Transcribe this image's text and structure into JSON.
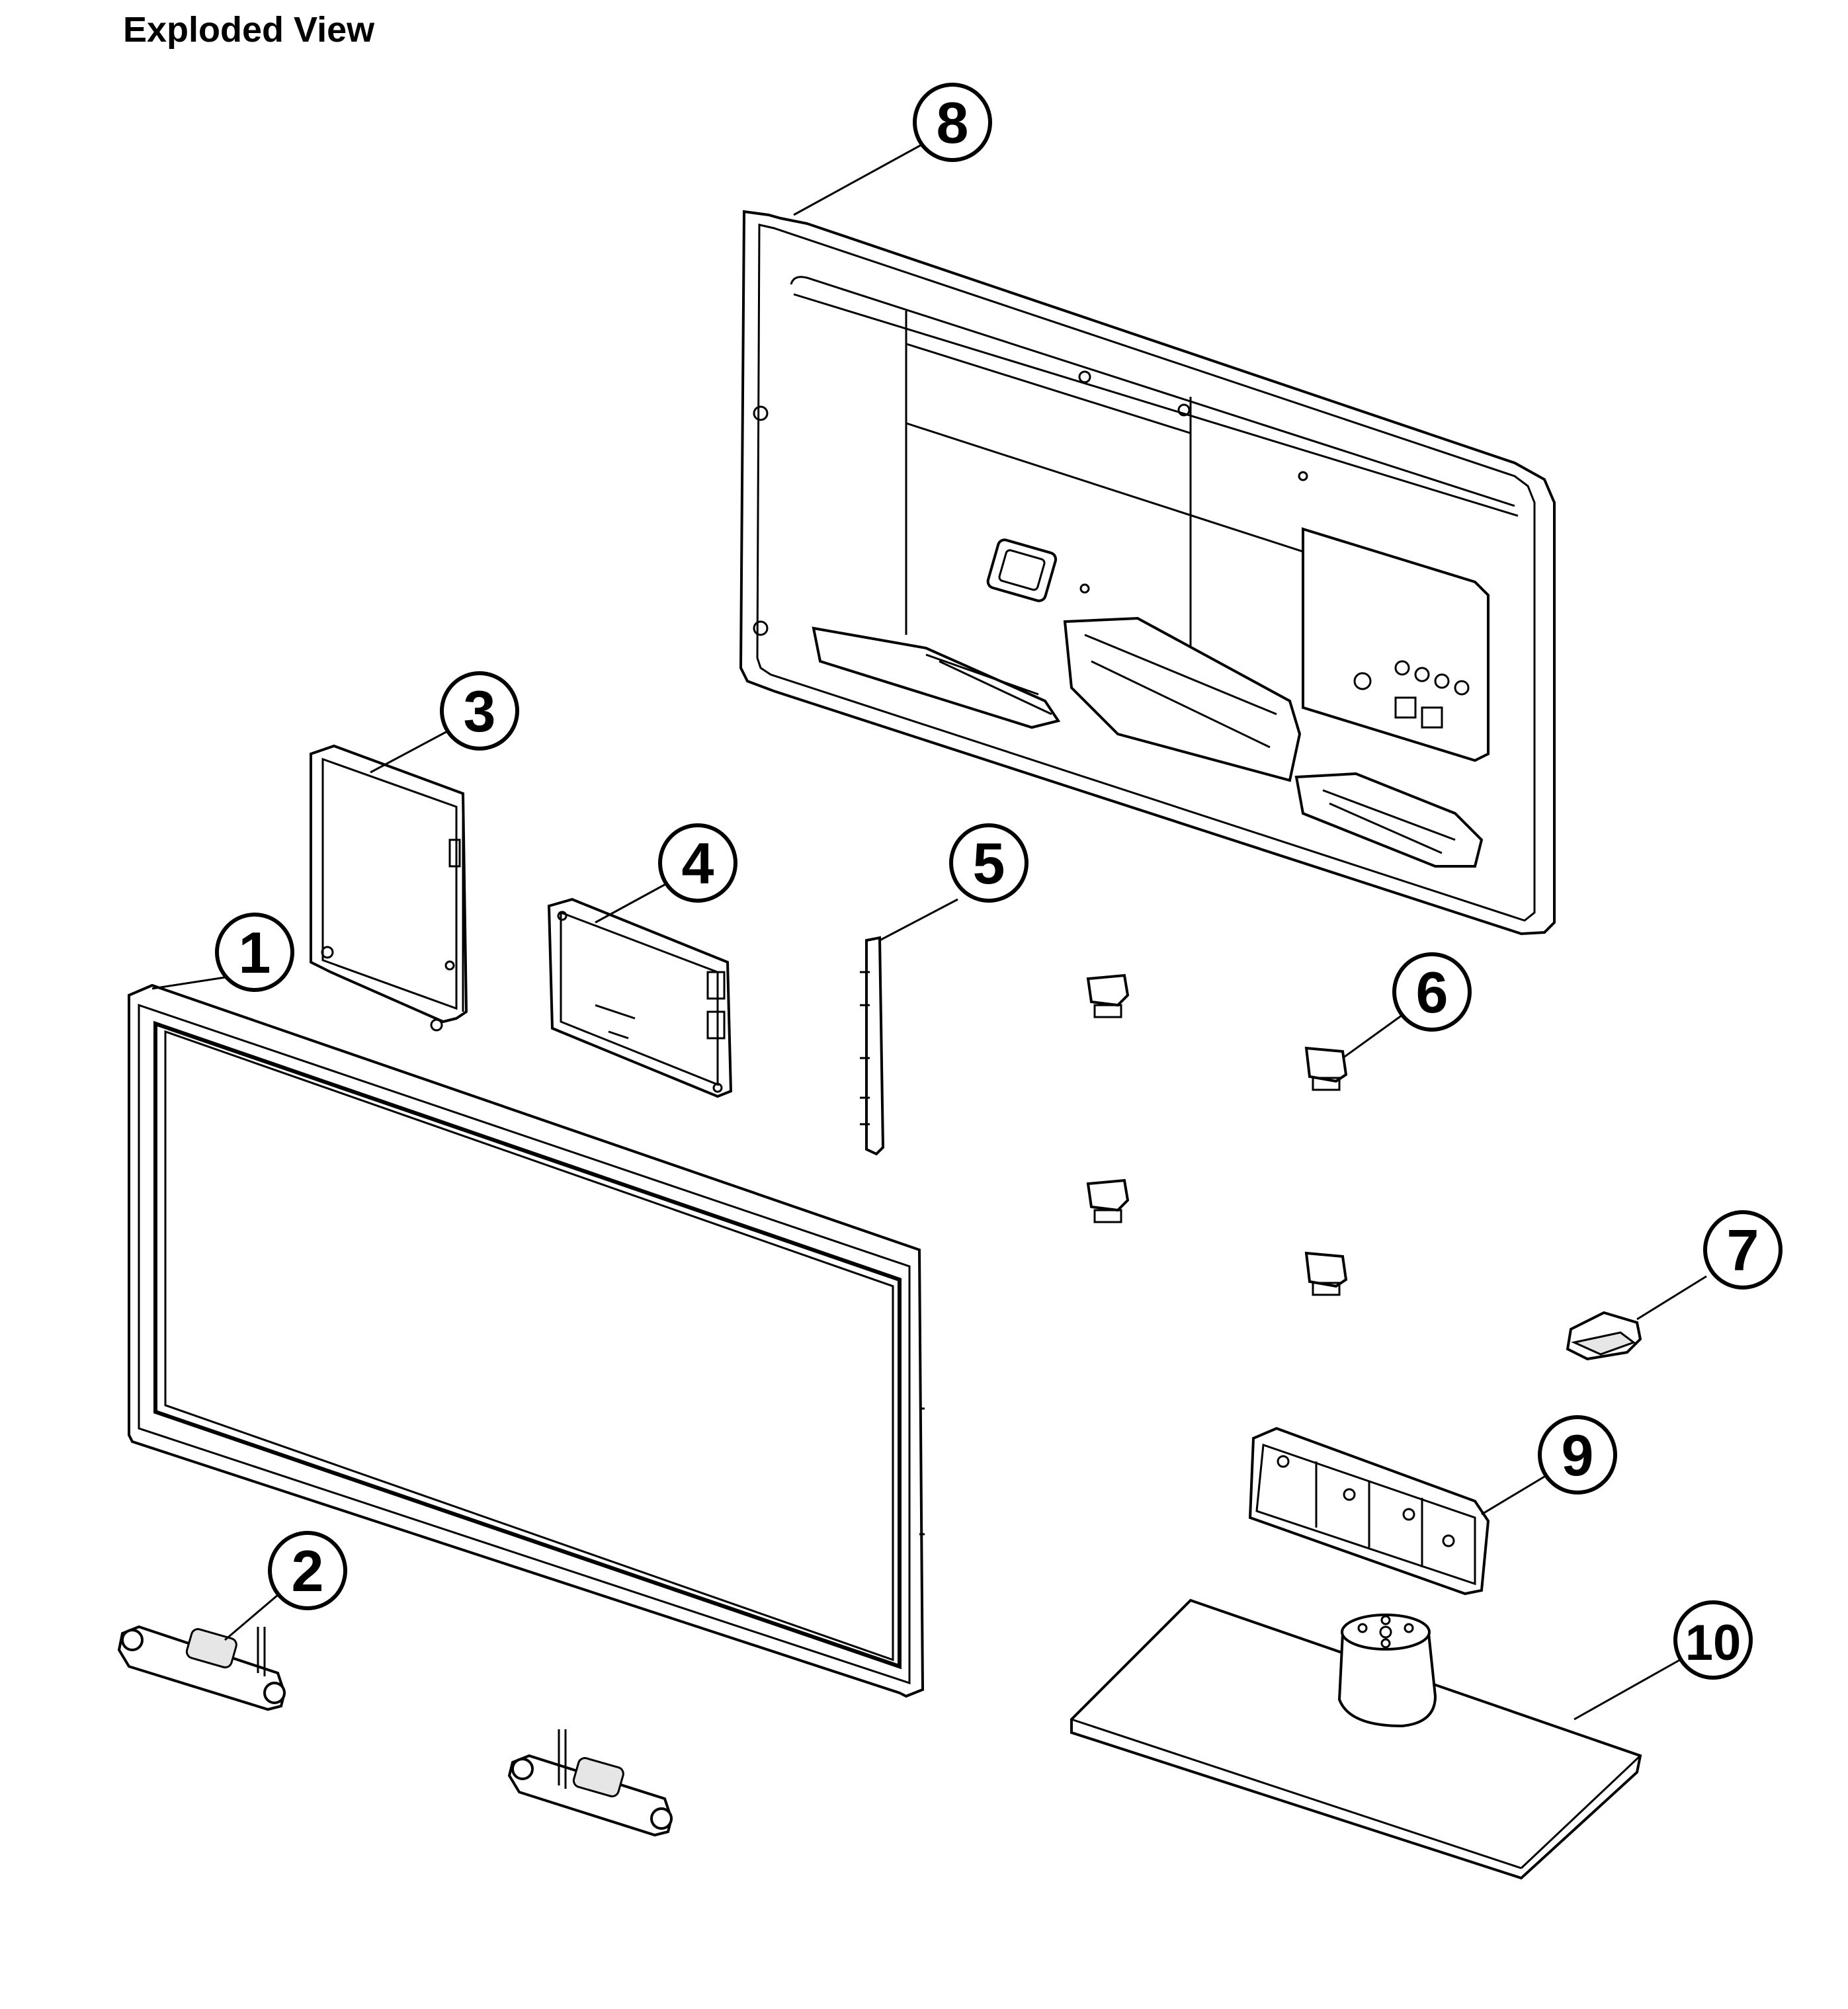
{
  "title": "Exploded View",
  "callouts": [
    {
      "id": "1",
      "label": "1"
    },
    {
      "id": "2",
      "label": "2"
    },
    {
      "id": "3",
      "label": "3"
    },
    {
      "id": "4",
      "label": "4"
    },
    {
      "id": "5",
      "label": "5"
    },
    {
      "id": "6",
      "label": "6"
    },
    {
      "id": "7",
      "label": "7"
    },
    {
      "id": "8",
      "label": "8"
    },
    {
      "id": "9",
      "label": "9"
    },
    {
      "id": "10",
      "label": "10"
    }
  ]
}
